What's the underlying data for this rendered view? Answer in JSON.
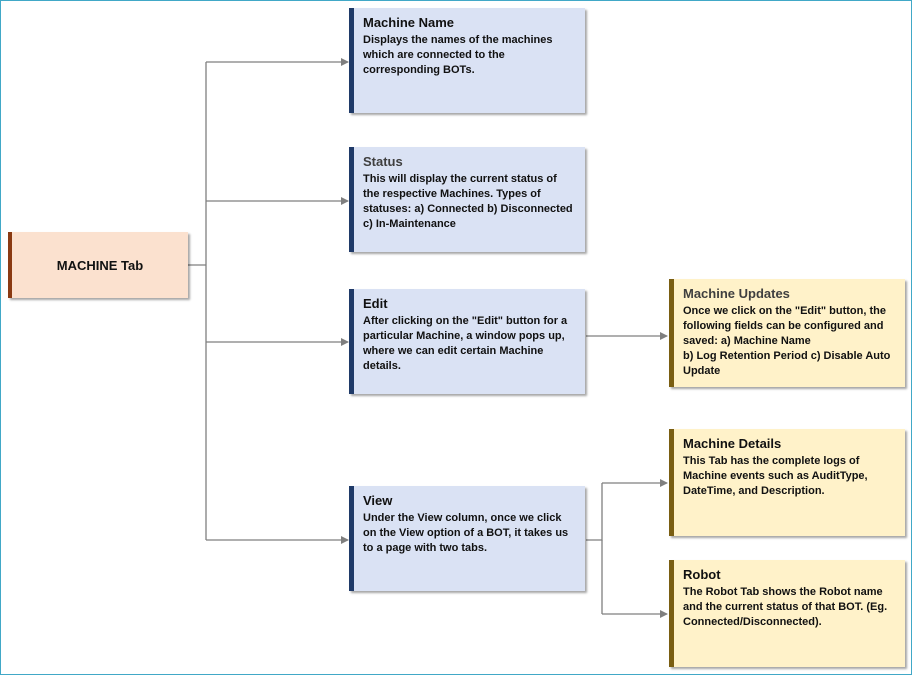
{
  "root": {
    "label": "MACHINE Tab"
  },
  "nodes": {
    "machine_name": {
      "title": "Machine Name",
      "body": "Displays the names of the machines\nwhich are connected to the\ncorresponding BOTs."
    },
    "status": {
      "title": "Status",
      "body": "This will display the current status of\nthe respective Machines. Types of\nstatuses: a) Connected b) Disconnected\nc) In-Maintenance"
    },
    "edit": {
      "title": "Edit",
      "body": "After clicking on the \"Edit\" button for a\nparticular Machine, a window pops up,\nwhere we can edit certain Machine\ndetails."
    },
    "view": {
      "title": "View",
      "body": "Under the View column, once we click\non the View option of a BOT, it takes us\nto a page with two tabs."
    },
    "machine_updates": {
      "title": "Machine Updates",
      "body": "Once we click on the \"Edit\" button, the\nfollowing fields can be configured and\nsaved: a) Machine Name\nb) Log  Retention Period c) Disable Auto\nUpdate"
    },
    "machine_details": {
      "title": "Machine Details",
      "body": "This Tab has the complete logs of\nMachine events such as AuditType,\nDateTime, and Description."
    },
    "robot": {
      "title": "Robot",
      "body": "The Robot Tab shows the Robot name\nand the current status of that BOT. (Eg.\nConnected/Disconnected)."
    }
  },
  "colors": {
    "blue_fill": "#dae2f4",
    "blue_accent": "#1f3a68",
    "yellow_fill": "#fff2c9",
    "yellow_accent": "#7a5e12",
    "root_fill": "#fbe1cf",
    "root_accent": "#8a3a12",
    "connector": "#7f7f7f"
  }
}
